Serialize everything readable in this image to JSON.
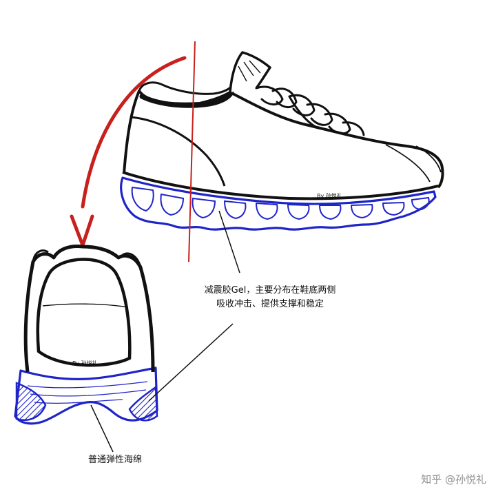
{
  "annotations": {
    "gel_line1": "减震胶Gel，主要分布在鞋底两侧",
    "gel_line2": "吸收冲击、提供支撑和稳定",
    "foam": "普通弹性海绵"
  },
  "signature": "By 孙悦礼",
  "watermark": "知乎 @孙悦礼",
  "colors": {
    "outline": "#111111",
    "gel_blue": "#1f24c8",
    "arrow_red": "#c8201c",
    "watermark_gray": "#8e8e8e"
  }
}
